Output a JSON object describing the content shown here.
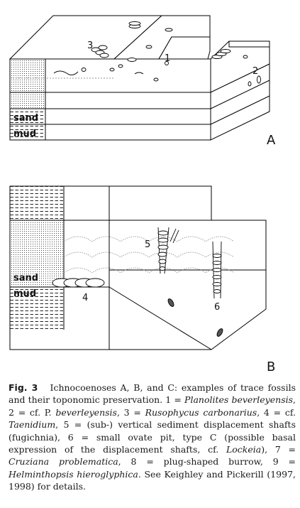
{
  "diagram_a": {
    "label": "A",
    "layer_labels": [
      "sand",
      "mud"
    ],
    "trace_labels": [
      "3",
      "1",
      "2"
    ]
  },
  "diagram_b": {
    "label": "B",
    "layer_labels": [
      "sand",
      "mud"
    ],
    "trace_labels": [
      "5",
      "4",
      "6"
    ]
  },
  "caption": {
    "figure_label": "Fig. 3",
    "segments": [
      {
        "text": "Ichnocoenoses A, B, and C: examples of trace fossils and their toponomic preservation. 1 = ",
        "italic": false
      },
      {
        "text": "Planolites beverleyensis",
        "italic": true
      },
      {
        "text": ", 2 = cf. P. ",
        "italic": false
      },
      {
        "text": "beverleyensis",
        "italic": true
      },
      {
        "text": ", 3 = ",
        "italic": false
      },
      {
        "text": "Rusophycus carbonarius",
        "italic": true
      },
      {
        "text": ", 4 = cf. ",
        "italic": false
      },
      {
        "text": "Taenidium",
        "italic": true
      },
      {
        "text": ", 5 = (sub-) vertical sediment displacement shafts (fugichnia), 6 = small ovate pit, type C (possible basal expression of the displacement shafts, cf. ",
        "italic": false
      },
      {
        "text": "Lockeia",
        "italic": true
      },
      {
        "text": "), 7 = ",
        "italic": false
      },
      {
        "text": "Cruziana problematica",
        "italic": true
      },
      {
        "text": ", 8 = plug-shaped burrow, 9 = ",
        "italic": false
      },
      {
        "text": "Helminthopsis hieroglyphica",
        "italic": true
      },
      {
        "text": ". See Keighley and Pickerill (1997, 1998) for details.",
        "italic": false
      }
    ]
  }
}
